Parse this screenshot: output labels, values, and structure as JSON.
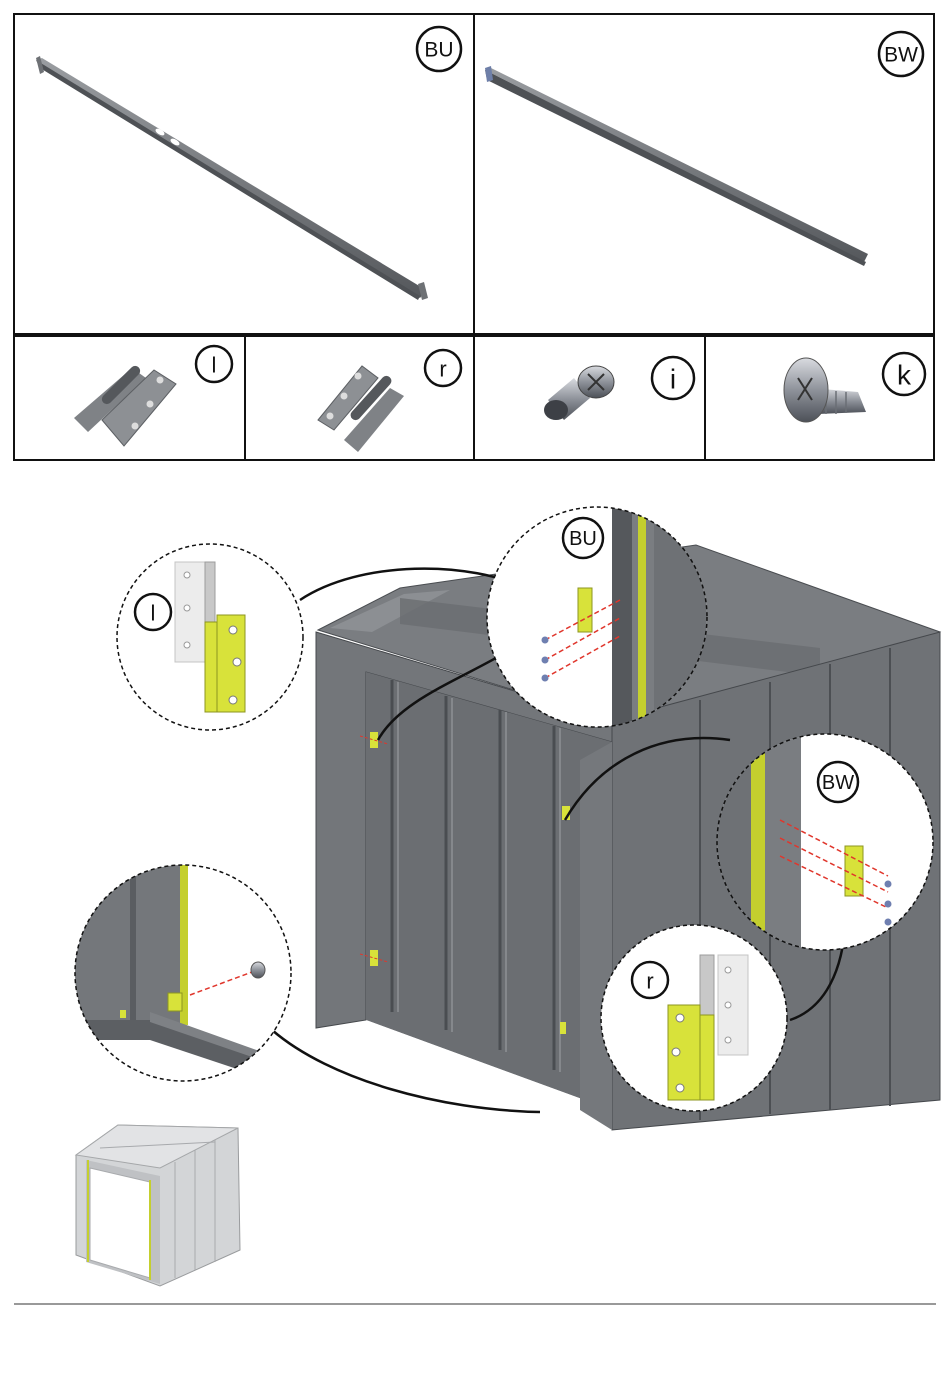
{
  "parts": {
    "rail_bu": "BU",
    "rail_bw": "BW",
    "hinge_left": "l",
    "hinge_right": "r",
    "screw_i": "i",
    "screw_k": "k"
  },
  "callouts": {
    "detail_l": "l",
    "detail_bu": "BU",
    "detail_bw": "BW",
    "detail_r": "r"
  },
  "colors": {
    "steel": "#6e7175",
    "steel_dark": "#55585c",
    "steel_light": "#8a8d91",
    "hinge_yellow": "#d8e23a",
    "guide_red": "#e0362c",
    "screw_blue": "#6f7fb0"
  },
  "icons": [
    "rail-bu-icon",
    "rail-bw-icon",
    "hinge-left-icon",
    "hinge-right-icon",
    "screw-i-icon",
    "screw-k-icon",
    "shed-overview-icon"
  ]
}
